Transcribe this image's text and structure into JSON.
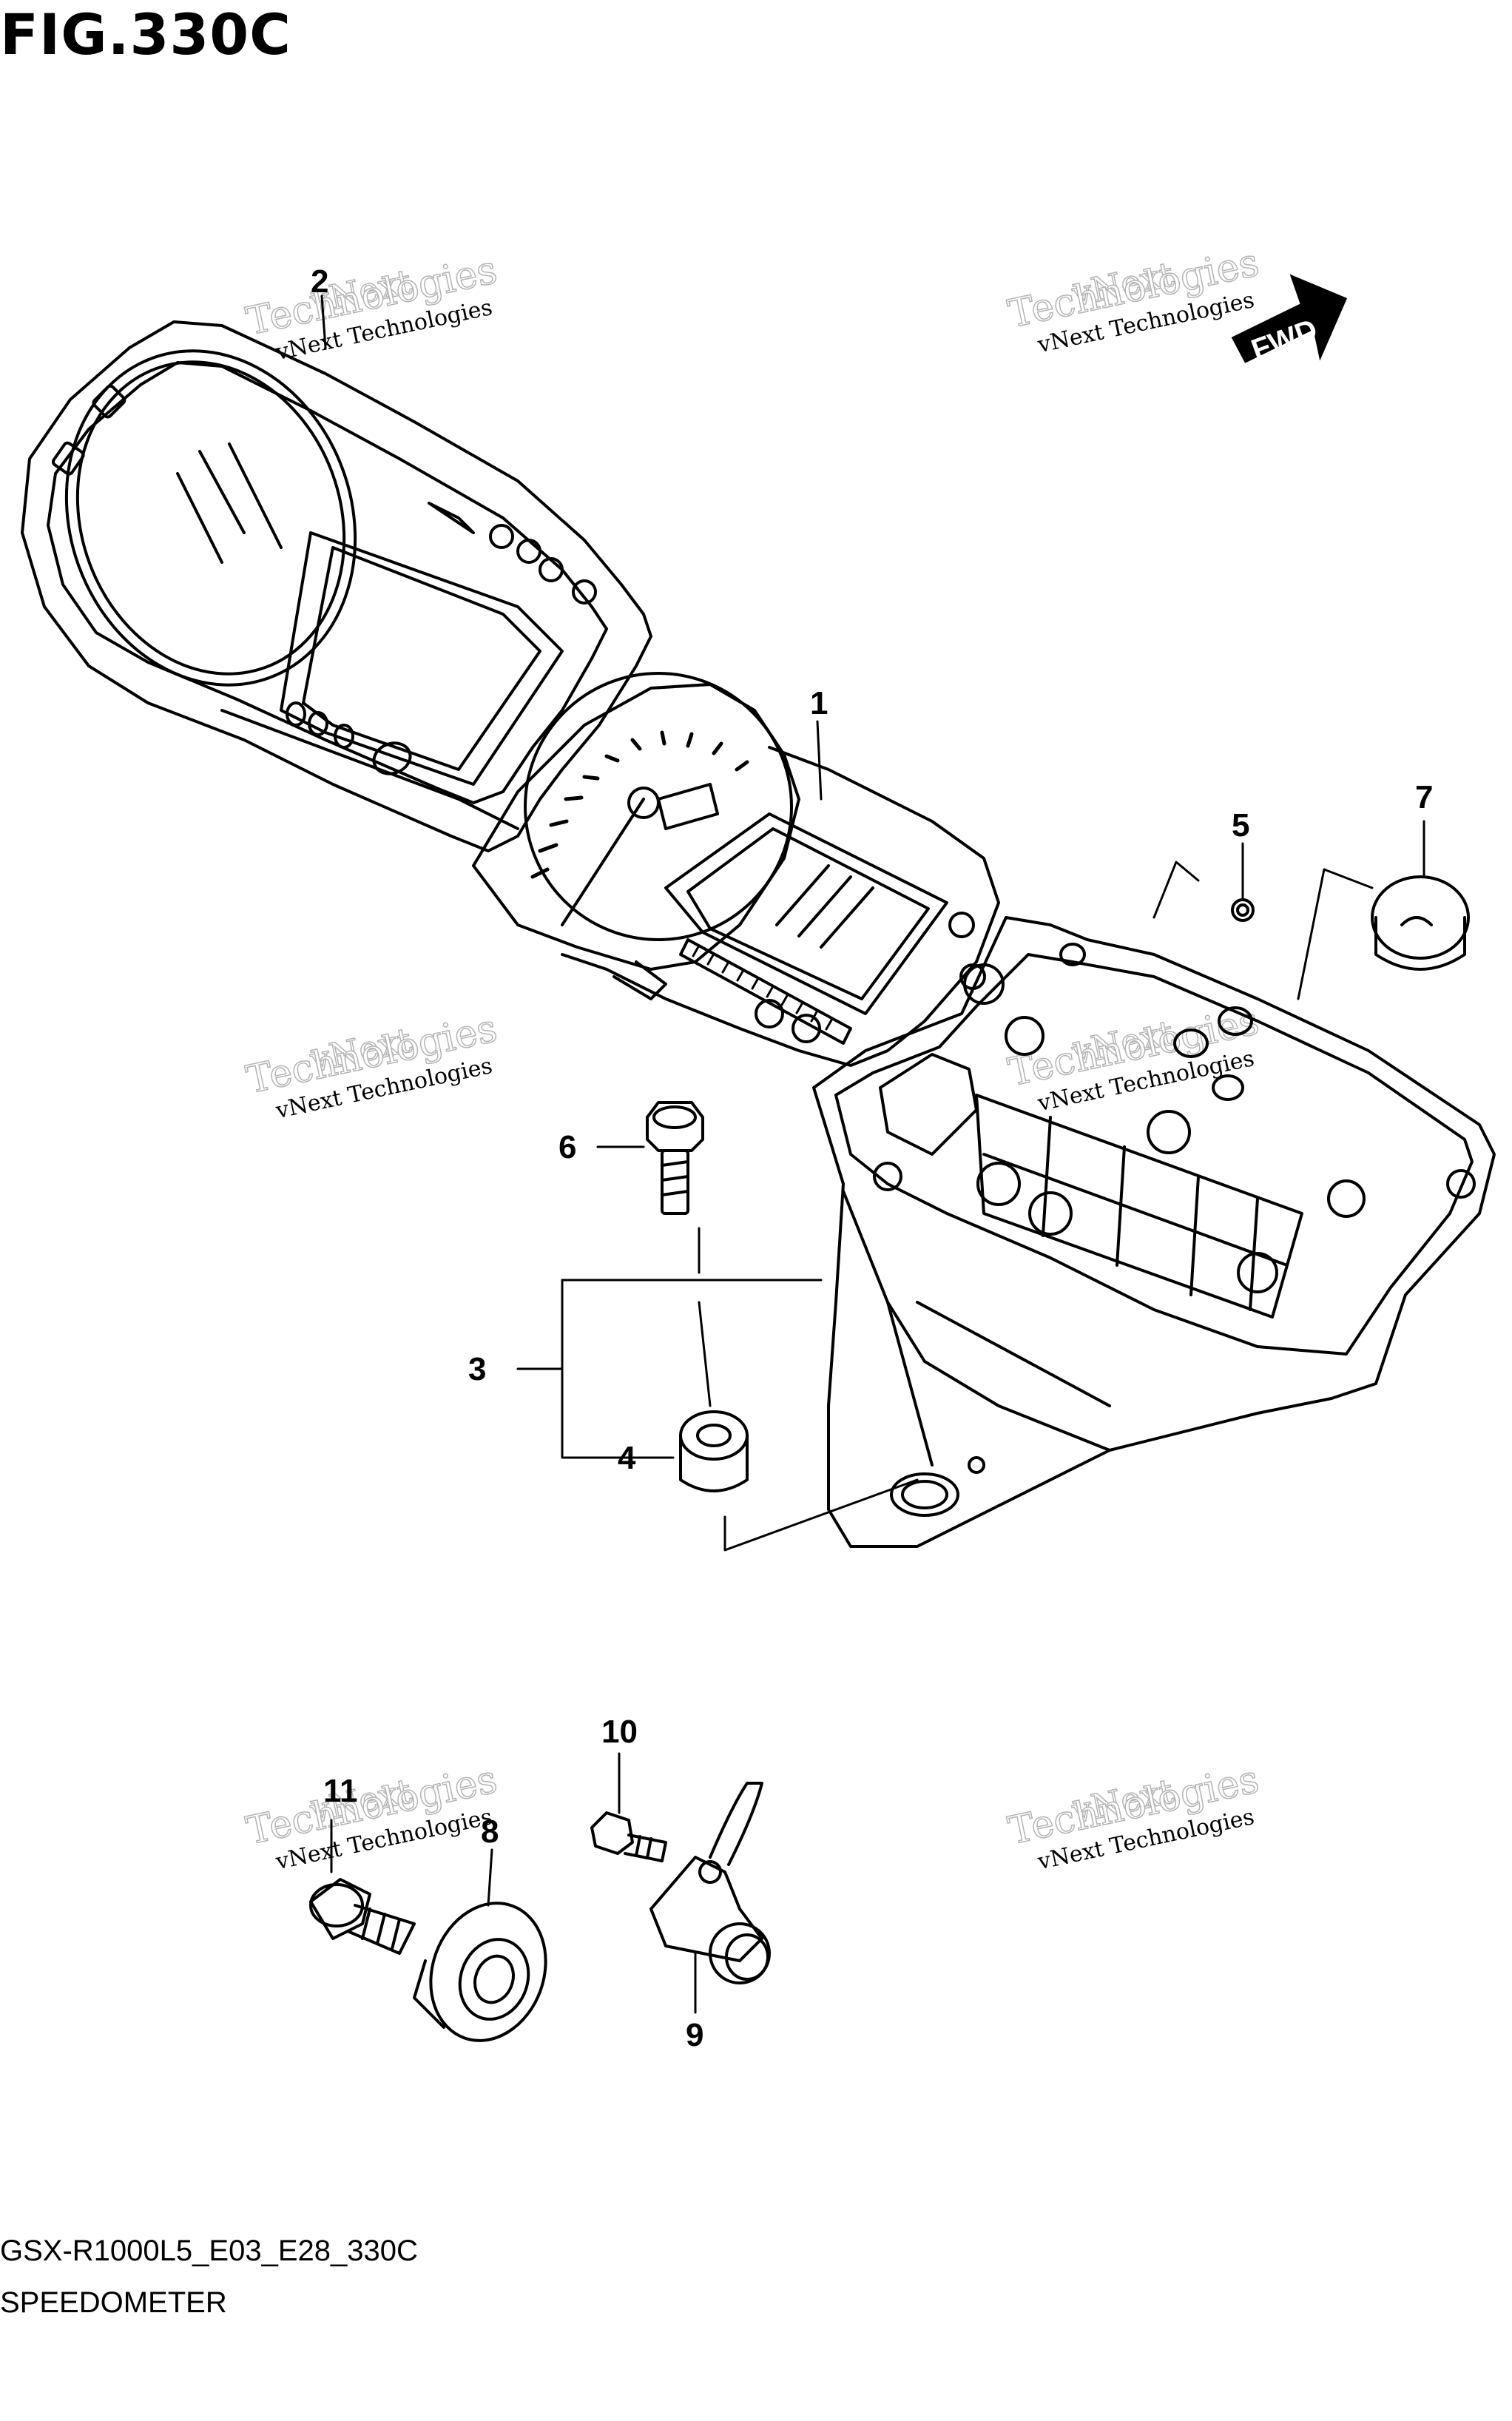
{
  "figure": {
    "title": "FIG.330C",
    "code": "GSX-R1000L5_E03_E28_330C",
    "name": "SPEEDOMETER"
  },
  "watermark": {
    "line1": "vNext Technologies",
    "line2": "vNext",
    "line3": "Technologies"
  },
  "direction_tag": "FWD",
  "callouts": [
    "1",
    "2",
    "3",
    "4",
    "5",
    "6",
    "7",
    "8",
    "9",
    "10",
    "11"
  ]
}
